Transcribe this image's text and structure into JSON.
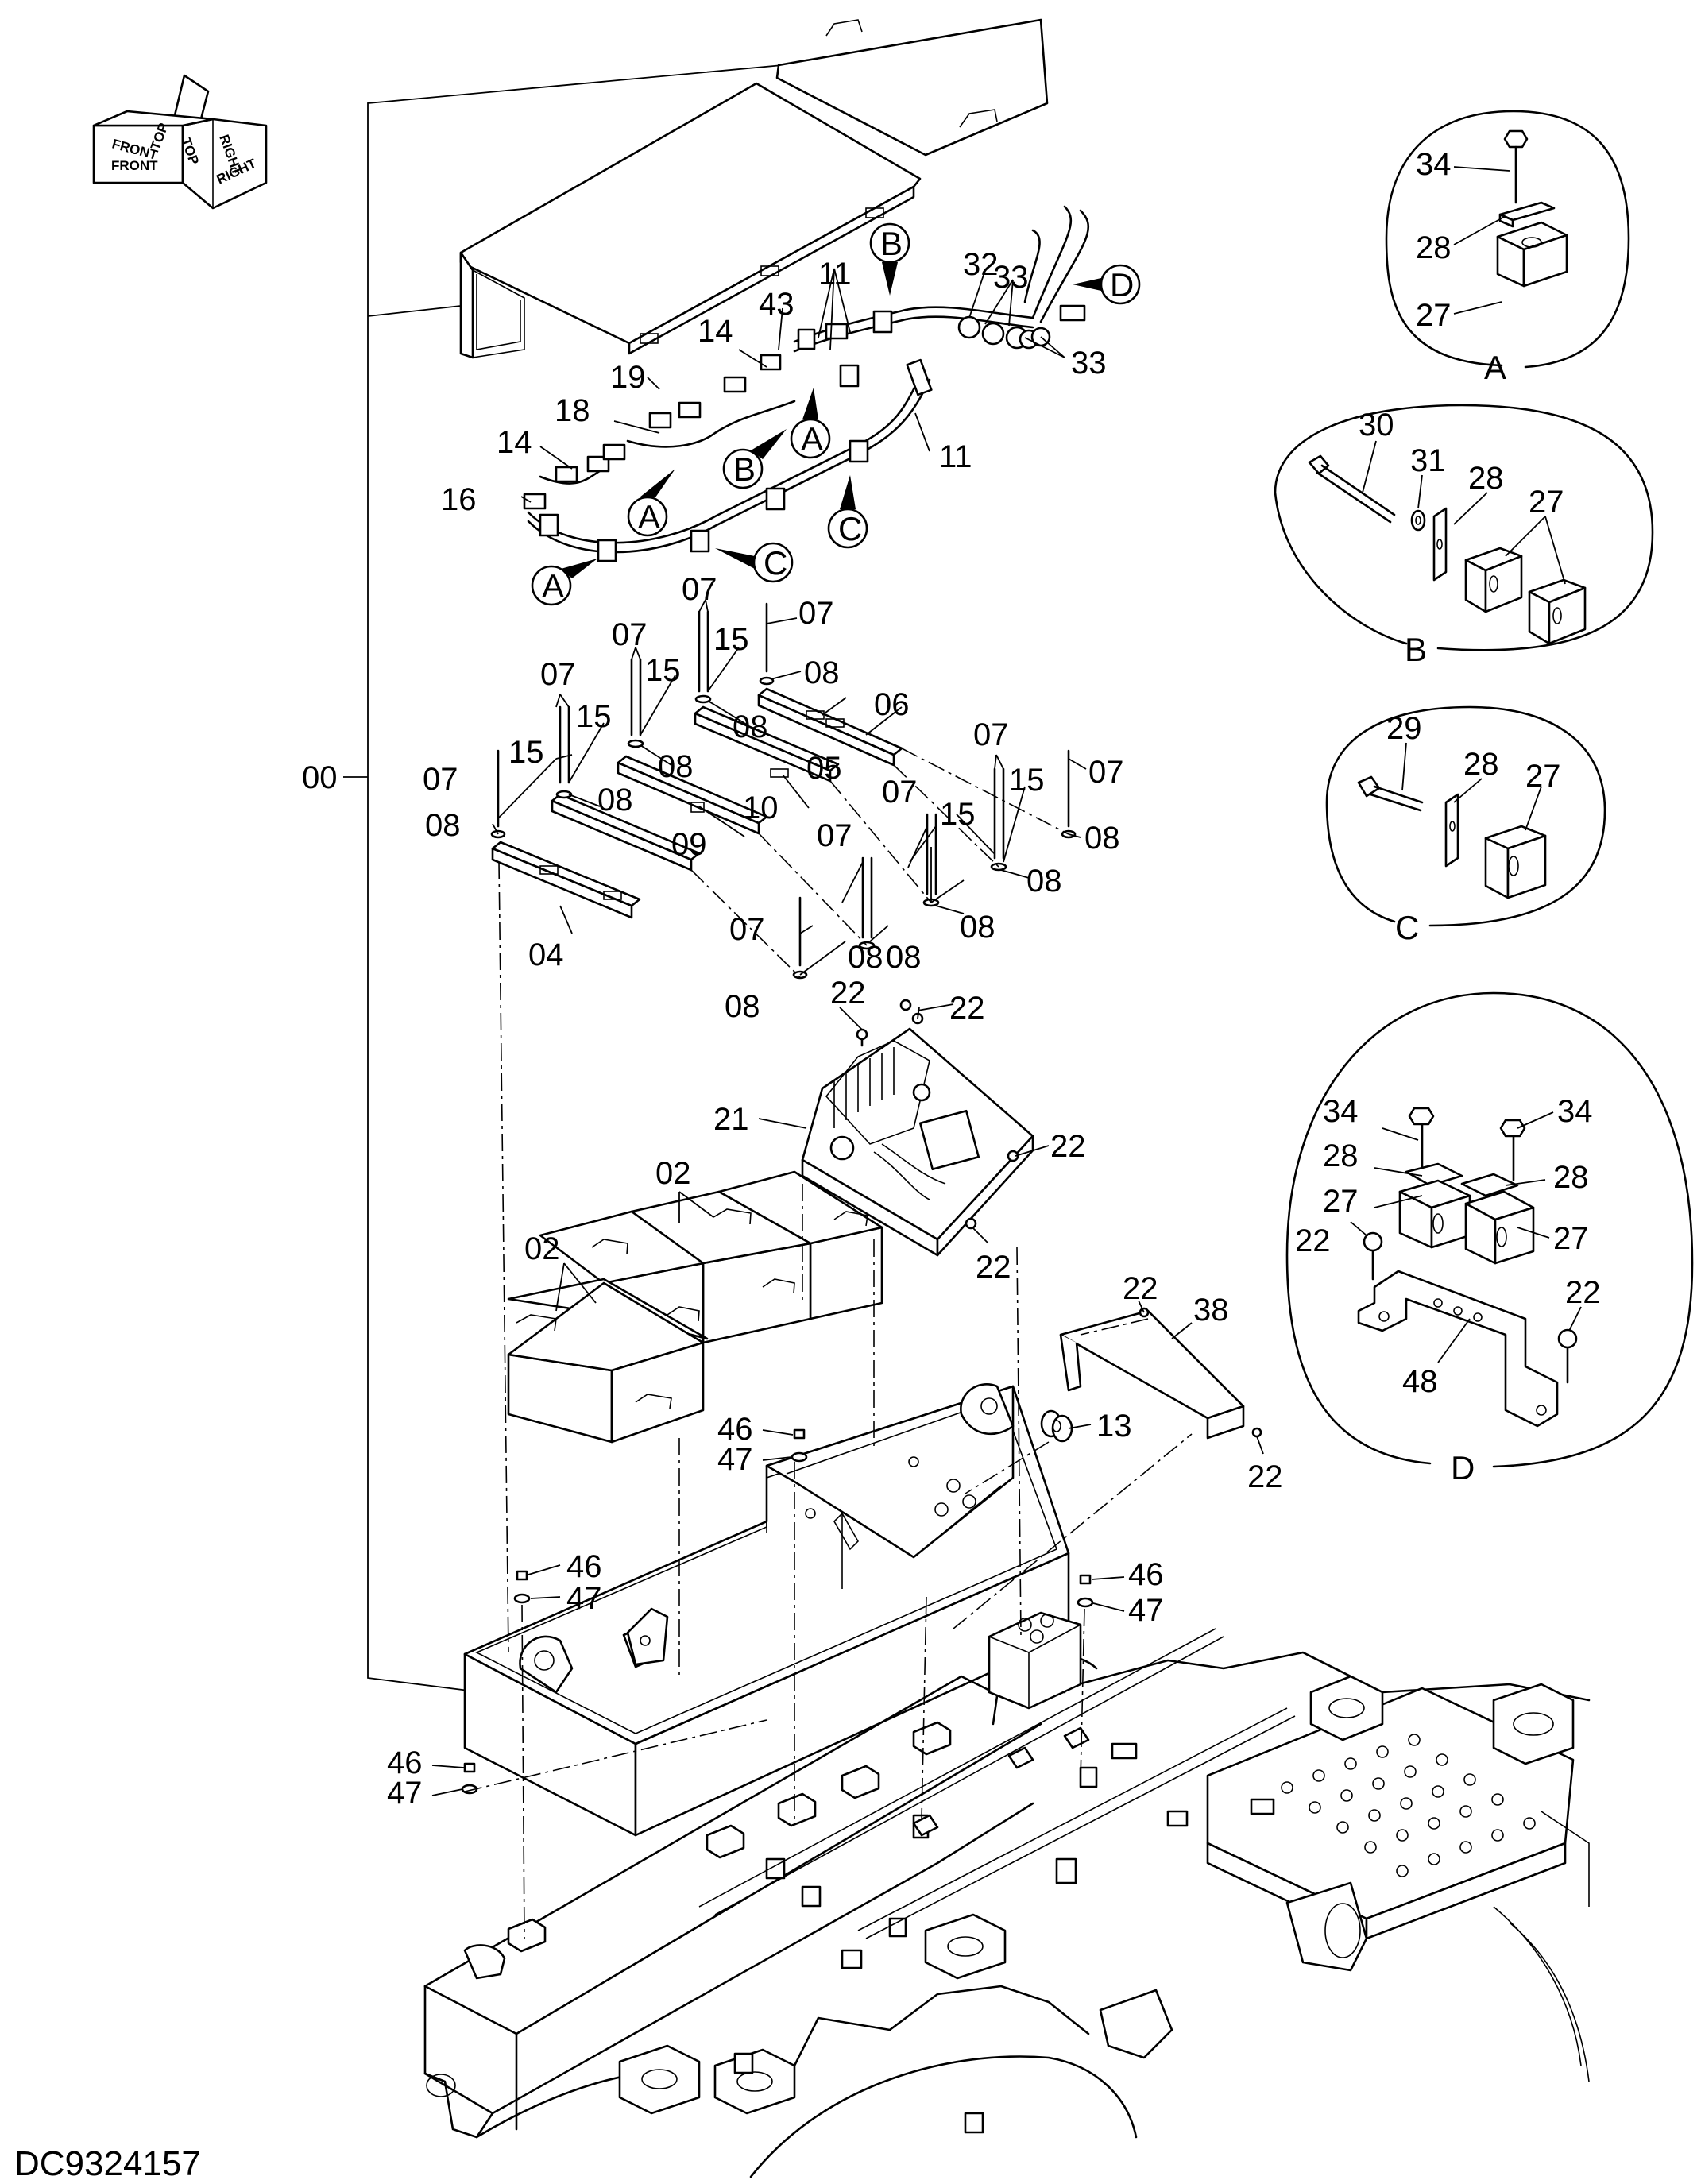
{
  "drawing_code": "DC9324157",
  "orientation_marker": {
    "labels": [
      "FRONT",
      "TOP",
      "RIGHT",
      "FRONT",
      "TOP",
      "RIGHT"
    ]
  },
  "assembly_bracket_label": "00",
  "callouts": {
    "p02a": "02",
    "p02b": "02",
    "p04": "04",
    "p05": "05",
    "p06": "06",
    "p07a": "07",
    "p07b": "07",
    "p07c": "07",
    "p07d": "07",
    "p07e": "07",
    "p07f": "07",
    "p07g": "07",
    "p07h": "07",
    "p07i": "07",
    "p07j": "07",
    "p08a": "08",
    "p08b": "08",
    "p08c": "08",
    "p08d": "08",
    "p08e": "08",
    "p08f": "08",
    "p08g": "08",
    "p08h": "08",
    "p08i": "08",
    "p08j": "08",
    "p08k": "08",
    "p09": "09",
    "p10": "10",
    "p11a": "11",
    "p11b": "11",
    "p13": "13",
    "p14a": "14",
    "p14b": "14",
    "p15a": "15",
    "p15b": "15",
    "p15c": "15",
    "p15d": "15",
    "p15e": "15",
    "p15f": "15",
    "p16": "16",
    "p18": "18",
    "p19": "19",
    "p21": "21",
    "p22a": "22",
    "p22b": "22",
    "p22c": "22",
    "p22d": "22",
    "p22e": "22",
    "p22f": "22",
    "p32": "32",
    "p33a": "33",
    "p33b": "33",
    "p38": "38",
    "p43": "43",
    "p46a": "46",
    "p46b": "46",
    "p46c": "46",
    "p47a": "47",
    "p47b": "47",
    "p47c": "47"
  },
  "main_view_refs": {
    "r1": "B",
    "r2": "D",
    "r3": "A",
    "r4": "B",
    "r5": "A",
    "r6": "C",
    "r7": "A",
    "r8": "C"
  },
  "detail_views": {
    "A": {
      "title": "A",
      "callouts": [
        "34",
        "28",
        "27"
      ]
    },
    "B": {
      "title": "B",
      "callouts": [
        "30",
        "31",
        "28",
        "27"
      ]
    },
    "C": {
      "title": "C",
      "callouts": [
        "29",
        "28",
        "27"
      ]
    },
    "D": {
      "title": "D",
      "callouts": [
        "34",
        "28",
        "27",
        "22",
        "34",
        "28",
        "27",
        "22",
        "48"
      ]
    }
  }
}
